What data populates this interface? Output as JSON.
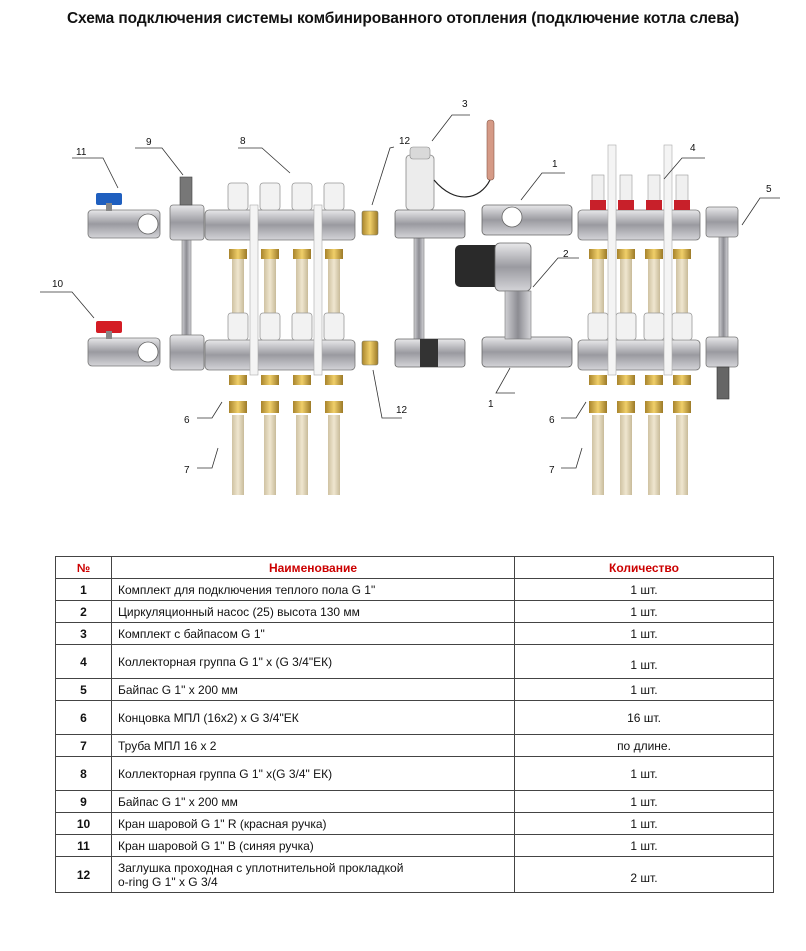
{
  "title": "Схема подключения системы комбинированного отопления (подключение котла слева)",
  "callouts": {
    "c1a": "1",
    "c1b": "1",
    "c2": "2",
    "c3": "3",
    "c4": "4",
    "c5": "5",
    "c6a": "6",
    "c6b": "6",
    "c7a": "7",
    "c7b": "7",
    "c8": "8",
    "c9": "9",
    "c10": "10",
    "c11": "11",
    "c12a": "12",
    "c12b": "12"
  },
  "table": {
    "headers": {
      "num": "№",
      "name": "Наименование",
      "qty": "Количество"
    },
    "rows": [
      {
        "num": "1",
        "name": "Комплект для подключения теплого пола G 1\"",
        "qty": "1 шт."
      },
      {
        "num": "2",
        "name": "Циркуляционный насос (25) высота 130 мм",
        "qty": "1 шт."
      },
      {
        "num": "3",
        "name": "Комплект  с байпасом G 1\"",
        "qty": "1 шт."
      },
      {
        "num": "4",
        "name": "Коллекторная группа G 1\" x (G 3/4\"ЕК)",
        "qty": "1 шт."
      },
      {
        "num": "5",
        "name": "Байпас G 1\" x 200 мм",
        "qty": "1 шт."
      },
      {
        "num": "6",
        "name": "Концовка МПЛ (16x2) x G 3/4\"ЕК",
        "qty": "16  шт."
      },
      {
        "num": "7",
        "name": "Труба МПЛ 16 x 2",
        "qty": "по длине."
      },
      {
        "num": "8",
        "name": "Коллекторная группа G 1\" x(G 3/4\" ЕК)",
        "qty": "1 шт."
      },
      {
        "num": "9",
        "name": "Байпас G 1\" x 200 мм",
        "qty": "1 шт."
      },
      {
        "num": "10",
        "name": "Кран шаровой G 1\" R (красная ручка)",
        "qty": "1 шт."
      },
      {
        "num": "11",
        "name": "Кран шаровой G 1\" B (синяя ручка)",
        "qty": "1 шт."
      },
      {
        "num": "12",
        "name_line1": "Заглушка проходная с уплотнительной прокладкой",
        "name_line2": "o-ring G 1\" x G 3/4",
        "qty": "2 шт."
      }
    ]
  },
  "colors": {
    "accent": "#cc0000",
    "valve_blue": "#1f5fbf",
    "valve_red": "#d41c24",
    "brass": "#d8b04a",
    "pipe": "#e3d7b9",
    "chrome": "#b9b9bd"
  }
}
